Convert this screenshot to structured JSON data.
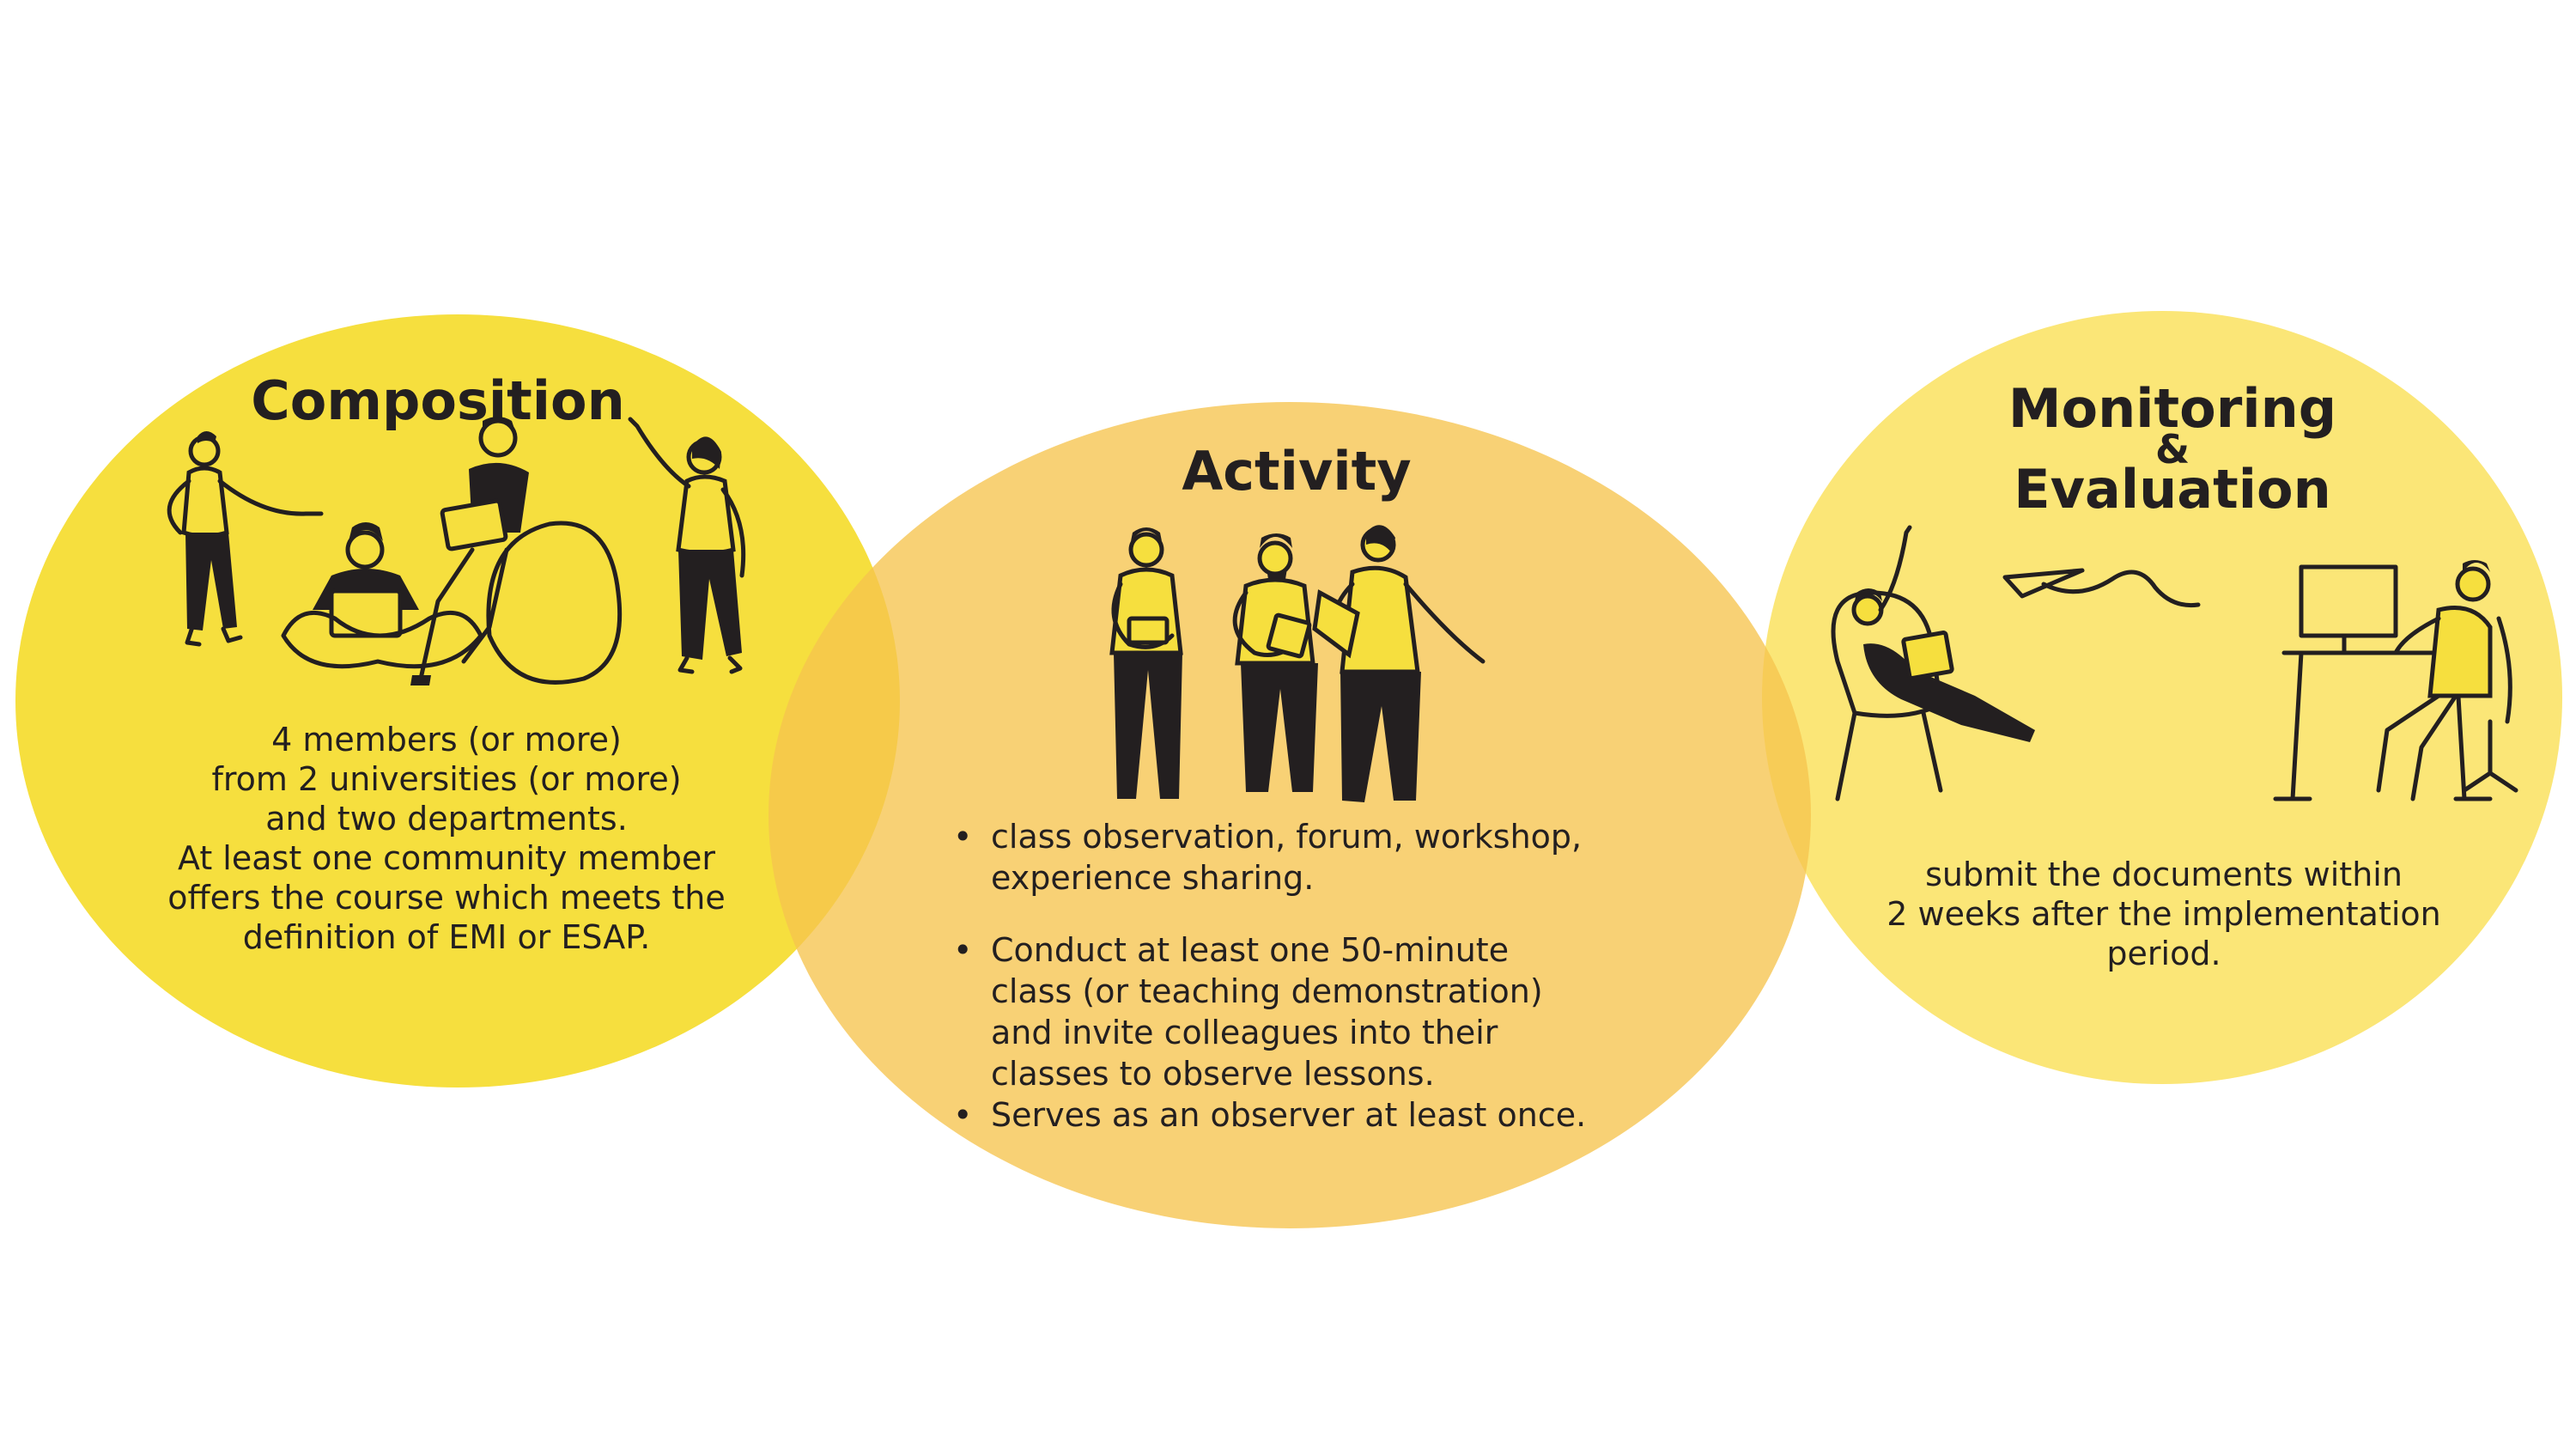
{
  "composition": {
    "title": "Composition",
    "lines": [
      "4 members (or more)",
      "from 2 universities (or more)",
      "and two departments.",
      "At least one community member",
      "offers the course which meets the",
      "definition of  EMI or ESAP."
    ]
  },
  "activity": {
    "title": "Activity",
    "bullets": [
      [
        "class observation, forum, workshop,",
        "experience sharing."
      ],
      [
        "Conduct at least one 50-minute",
        "class (or teaching demonstration)",
        "and invite colleagues into their",
        "classes to observe lessons."
      ],
      [
        "Serves as an observer at least once."
      ]
    ]
  },
  "monitoring": {
    "title_line1": "Monitoring",
    "title_amp": "&",
    "title_line2": "Evaluation",
    "lines": [
      "submit the documents within",
      "2 weeks after the implementation",
      "period."
    ]
  },
  "colors": {
    "composition_circle": "#f6df3e",
    "activity_circle": "#f6c44e",
    "monitoring_circle": "#fbe677",
    "ink": "#231f20"
  },
  "illustrations": [
    "people-group-illustration",
    "people-reading-illustration",
    "office-workers-illustration",
    "paper-plane-icon"
  ]
}
